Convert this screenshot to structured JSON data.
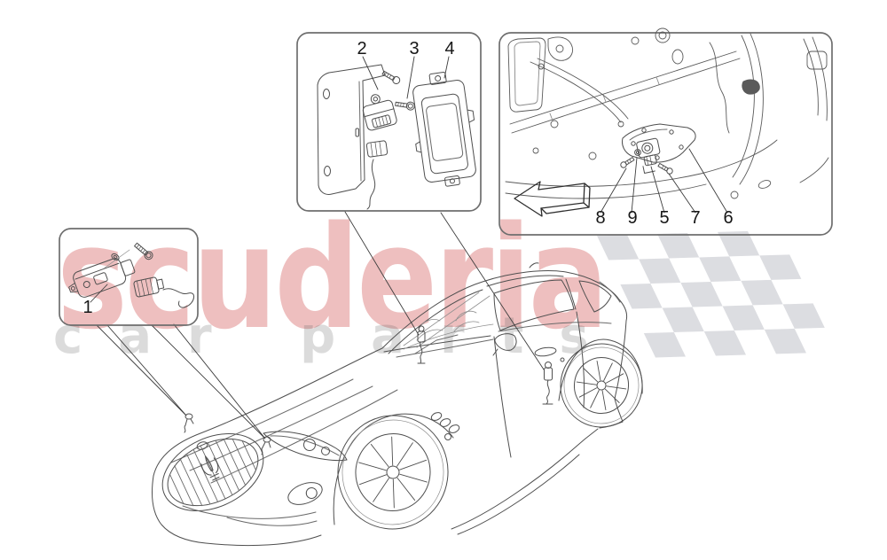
{
  "watermark": {
    "brand": "scuderia",
    "tagline": "car parts",
    "brand_color": "#d56060",
    "tagline_color": "#d9d9d9"
  },
  "panels": {
    "sensor_detail": {
      "labels": [
        "1"
      ]
    },
    "front_sensor_assembly": {
      "labels": [
        "2",
        "3",
        "4"
      ]
    },
    "door_sensor_assembly": {
      "labels": [
        "8",
        "9",
        "5",
        "7",
        "6"
      ]
    }
  },
  "illustration": {
    "line_color": "#4f4f4f",
    "panel_border_color": "#6e6e6e",
    "flag_color": "#dcdde1"
  }
}
